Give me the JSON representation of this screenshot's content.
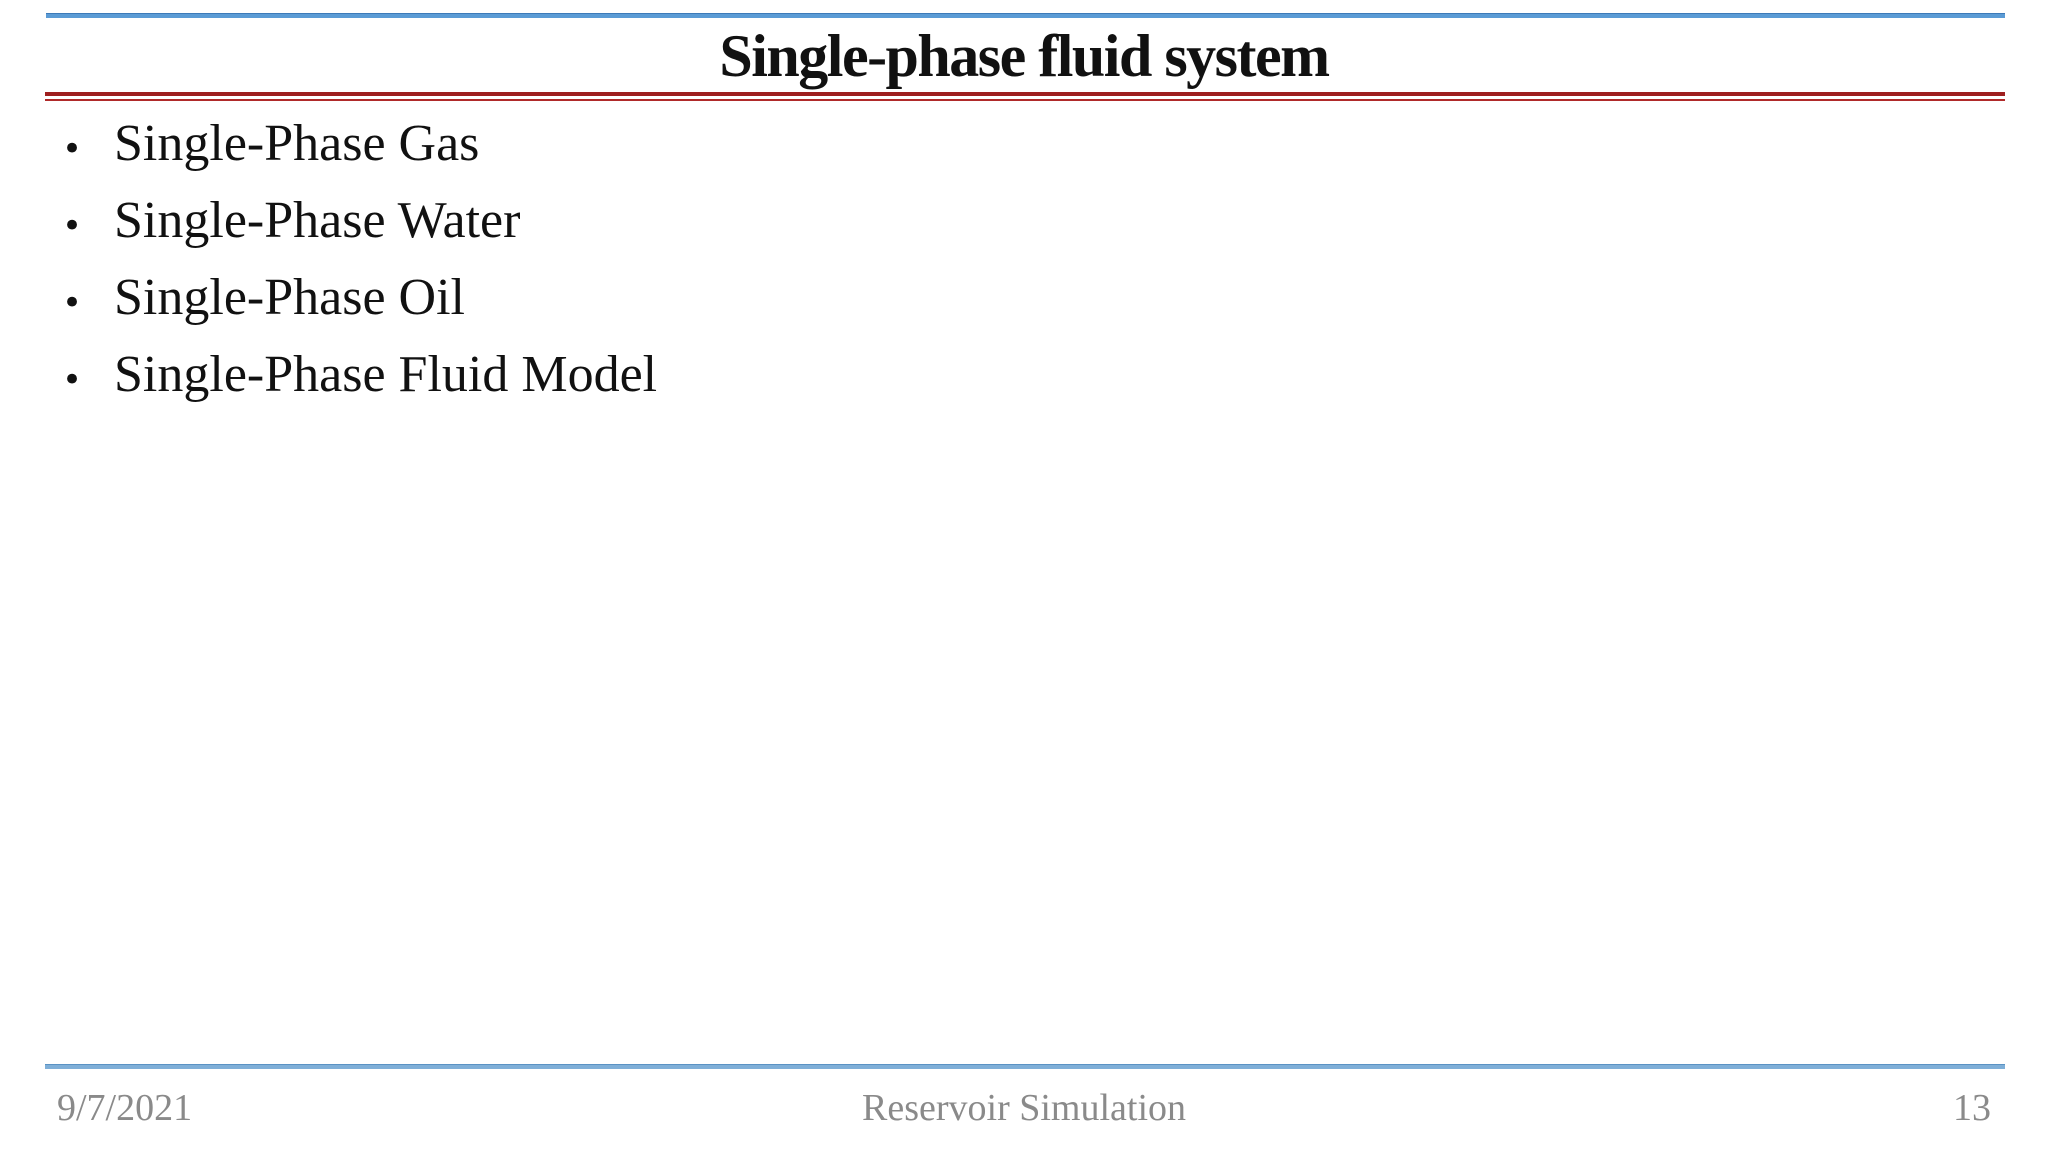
{
  "slide": {
    "title": "Single-phase fluid system",
    "bullet_glyph": "•",
    "bullets": [
      "Single-Phase Gas",
      "Single-Phase Water",
      "Single-Phase Oil",
      "Single-Phase Fluid Model"
    ],
    "footer": {
      "date": "9/7/2021",
      "center": "Reservoir Simulation",
      "page_number": "13"
    },
    "colors": {
      "background": "#ffffff",
      "top_rule_blue": "#5b9bd5",
      "title_rule_red_dark": "#9e1f1f",
      "title_rule_red_light": "#b02a2a",
      "footer_rule_blue": "#7fafd8",
      "text_black": "#111111",
      "footer_gray": "#8a8a8a"
    }
  }
}
